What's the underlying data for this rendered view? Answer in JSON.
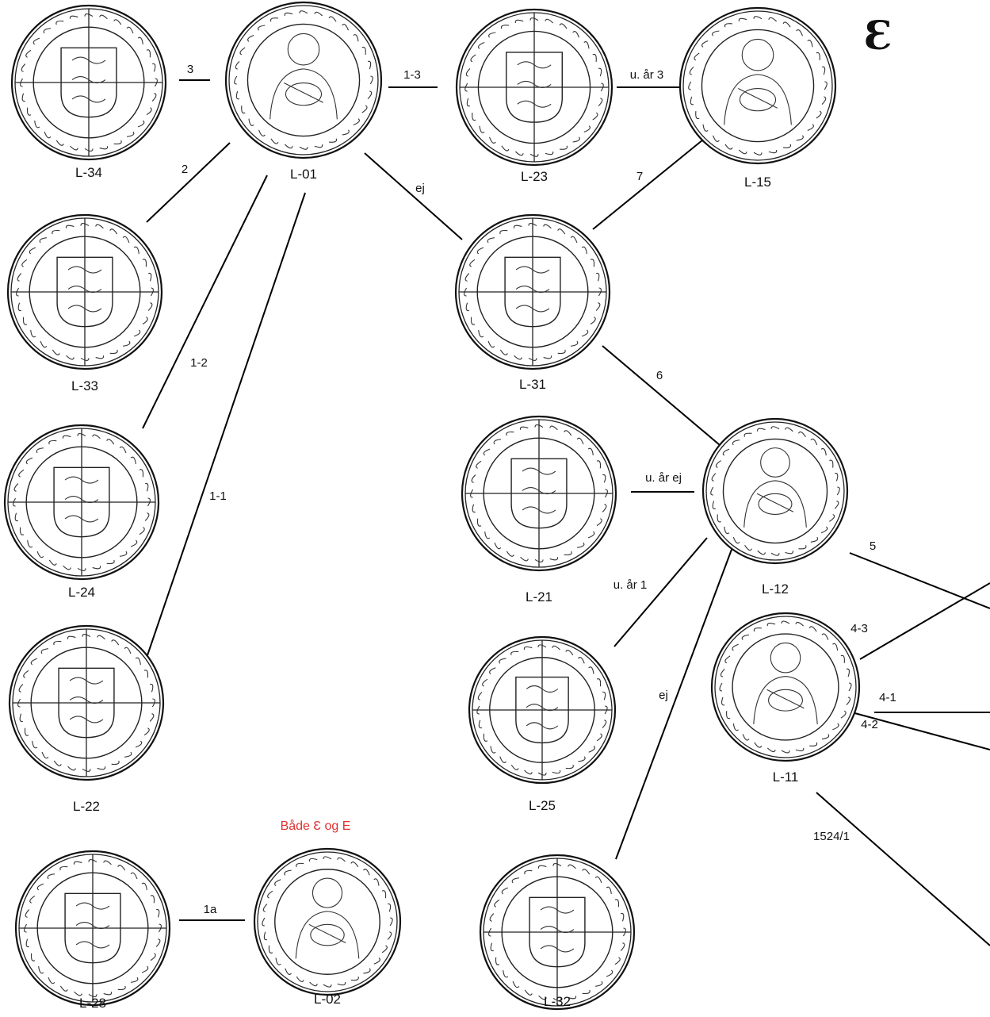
{
  "corner_letter": "Ɛ",
  "note": "Både Ɛ og E",
  "nodes": [
    {
      "id": "L-34",
      "label": "L-34",
      "type": "shield"
    },
    {
      "id": "L-01",
      "label": "L-01",
      "type": "bust"
    },
    {
      "id": "L-23",
      "label": "L-23",
      "type": "shield"
    },
    {
      "id": "L-15",
      "label": "L-15",
      "type": "bust"
    },
    {
      "id": "L-33",
      "label": "L-33",
      "type": "shield"
    },
    {
      "id": "L-31",
      "label": "L-31",
      "type": "shield"
    },
    {
      "id": "L-24",
      "label": "L-24",
      "type": "shield"
    },
    {
      "id": "L-21",
      "label": "L-21",
      "type": "shield"
    },
    {
      "id": "L-12",
      "label": "L-12",
      "type": "bust"
    },
    {
      "id": "L-25",
      "label": "L-25",
      "type": "shield"
    },
    {
      "id": "L-11",
      "label": "L-11",
      "type": "bust"
    },
    {
      "id": "L-22",
      "label": "L-22",
      "type": "shield"
    },
    {
      "id": "L-28",
      "label": "L-28",
      "type": "shield"
    },
    {
      "id": "L-02",
      "label": "L-02",
      "type": "bust"
    },
    {
      "id": "L-32",
      "label": "L-32",
      "type": "shield"
    }
  ],
  "edges": [
    {
      "id": "e1",
      "label": "3"
    },
    {
      "id": "e2",
      "label": "1-3"
    },
    {
      "id": "e3",
      "label": "u. år 3"
    },
    {
      "id": "e4",
      "label": "2"
    },
    {
      "id": "e5",
      "label": "ej"
    },
    {
      "id": "e6",
      "label": "7"
    },
    {
      "id": "e7",
      "label": "1-2"
    },
    {
      "id": "e8",
      "label": "1-1"
    },
    {
      "id": "e9",
      "label": "6"
    },
    {
      "id": "e10",
      "label": "u. år ej"
    },
    {
      "id": "e11",
      "label": "u. år 1"
    },
    {
      "id": "e12",
      "label": "ej"
    },
    {
      "id": "e13",
      "label": "5"
    },
    {
      "id": "e14",
      "label": "4-3"
    },
    {
      "id": "e15",
      "label": "4-1"
    },
    {
      "id": "e16",
      "label": "4-2"
    },
    {
      "id": "e17",
      "label": ""
    },
    {
      "id": "e18",
      "label": "1a"
    }
  ],
  "annotation_1524": "1524/1"
}
